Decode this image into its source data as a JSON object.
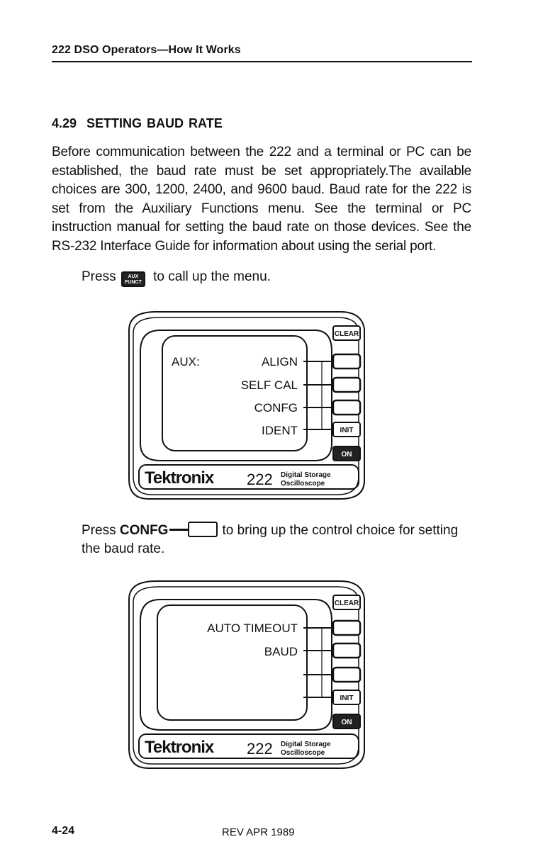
{
  "header": {
    "running_title": "222 DSO Operators—How It Works"
  },
  "section": {
    "number": "4.29",
    "title": "SETTING BAUD RATE",
    "body": "Before communication between the 222 and a terminal or PC can be established, the baud rate must be set appropriately.The available choices are 300, 1200, 2400, and 9600 baud. Baud rate for the 222 is set from the Auxiliary Functions menu. See the terminal or PC instruction manual for setting the baud rate on those devices. See the RS-232 Interface Guide for information about using the serial port."
  },
  "instructions": {
    "press_word": "Press",
    "aux_key_top": "AUX",
    "aux_key_bottom": "FUNCT",
    "step1_suffix": "to call up the menu.",
    "step2_button": "CONFG",
    "step2_suffix": "to bring up the control choice for setting the baud rate."
  },
  "scope1": {
    "menu_title": "AUX:",
    "items": [
      "ALIGN",
      "SELF CAL",
      "CONFG",
      "IDENT"
    ],
    "key_clear": "CLEAR",
    "key_init": "INIT",
    "key_on": "ON",
    "brand": "Tektronix",
    "model": "222",
    "desc_line1": "Digital Storage",
    "desc_line2": "Oscilloscope"
  },
  "scope2": {
    "items": [
      "AUTO TIMEOUT",
      "BAUD"
    ],
    "key_clear": "CLEAR",
    "key_init": "INIT",
    "key_on": "ON",
    "brand": "Tektronix",
    "model": "222",
    "desc_line1": "Digital Storage",
    "desc_line2": "Oscilloscope"
  },
  "footer": {
    "page_number": "4-24",
    "revision": "REV APR 1989"
  }
}
